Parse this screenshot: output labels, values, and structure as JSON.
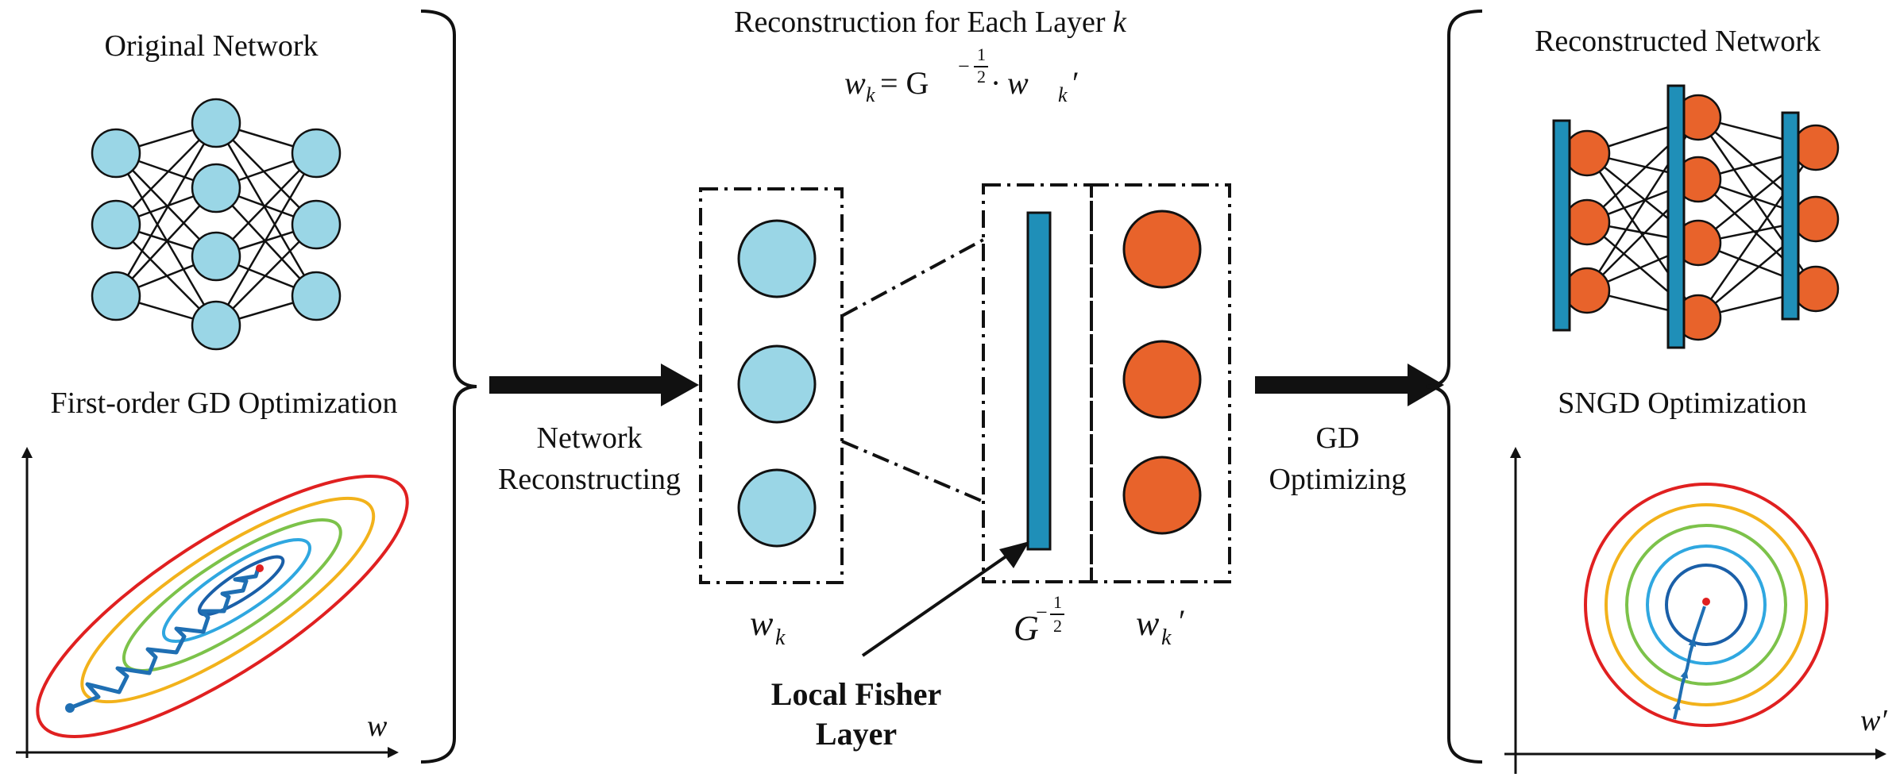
{
  "left": {
    "title": "Original Network",
    "optimization_title": "First-order GD Optimization",
    "axis_label": "w"
  },
  "center": {
    "title_prefix": "Reconstruction for Each Layer ",
    "title_var": "k",
    "formula": {
      "lhs": "w",
      "lhs_sub": "k",
      "eq": " = G",
      "exp_sign": "−",
      "exp_num": "1",
      "exp_den": "2",
      "dot": " · w",
      "rhs_sub": "k",
      "prime": "′"
    },
    "left_arrow_label": [
      "Network",
      "Reconstructing"
    ],
    "right_arrow_label": [
      "GD",
      "Optimizing"
    ],
    "box_label_wk": {
      "base": "w",
      "sub": "k"
    },
    "box_label_G": {
      "base": "G",
      "sign": "−",
      "num": "1",
      "den": "2"
    },
    "box_label_wk_prime": {
      "base": "w",
      "sub": "k",
      "prime": "′"
    },
    "fisher_label": [
      "Local Fisher",
      "Layer"
    ]
  },
  "right": {
    "title": "Reconstructed Network",
    "optimization_title": "SNGD Optimization",
    "axis_label": "w′"
  },
  "colors": {
    "light_node": "#9ad6e6",
    "orange_node": "#e8632b",
    "fisher_bar": "#1f8fb8",
    "path": "#1f6fb3",
    "contours": [
      "#e02020",
      "#f2b21b",
      "#7cc24a",
      "#2fa7e0",
      "#1a5fa8"
    ]
  }
}
